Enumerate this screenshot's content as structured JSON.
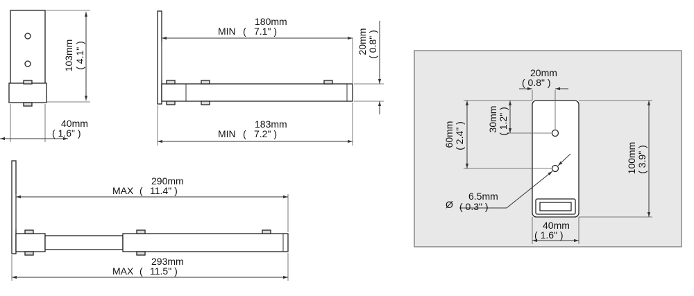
{
  "views": {
    "front": {
      "height_mm": "103mm",
      "height_in": "( 4.1\" )",
      "width_mm": "40mm",
      "width_in": "( 1.6\" )"
    },
    "side_min": {
      "top_label": "MIN",
      "top_open": "(",
      "top_mm": "180mm",
      "top_in": "7.1\" )",
      "right_mm": "20mm",
      "right_in": "( 0.8\" )",
      "bottom_label": "MIN",
      "bottom_open": "(",
      "bottom_mm": "183mm",
      "bottom_in": "7.2\" )"
    },
    "side_max": {
      "top_label": "MAX",
      "top_open": "(",
      "top_mm": "290mm",
      "top_in": "11.4\" )",
      "bottom_label": "MAX",
      "bottom_open": "(",
      "bottom_mm": "293mm",
      "bottom_in": "11.5\" )"
    },
    "detail": {
      "top_mm": "20mm",
      "top_in": "( 0.8\" )",
      "left_outer_mm": "60mm",
      "left_outer_in": "( 2.4\" )",
      "left_inner_mm": "30mm",
      "left_inner_in": "( 1.2\" )",
      "right_mm": "100mm",
      "right_in": "( 3.9\" )",
      "hole_symbol": "Ø",
      "hole_mm": "6.5mm",
      "hole_in": "( 0.3\" )",
      "bottom_mm": "40mm",
      "bottom_in": "( 1.6\" )"
    }
  },
  "colors": {
    "panel_bg": "#e8e8e8",
    "line": "#333333"
  }
}
